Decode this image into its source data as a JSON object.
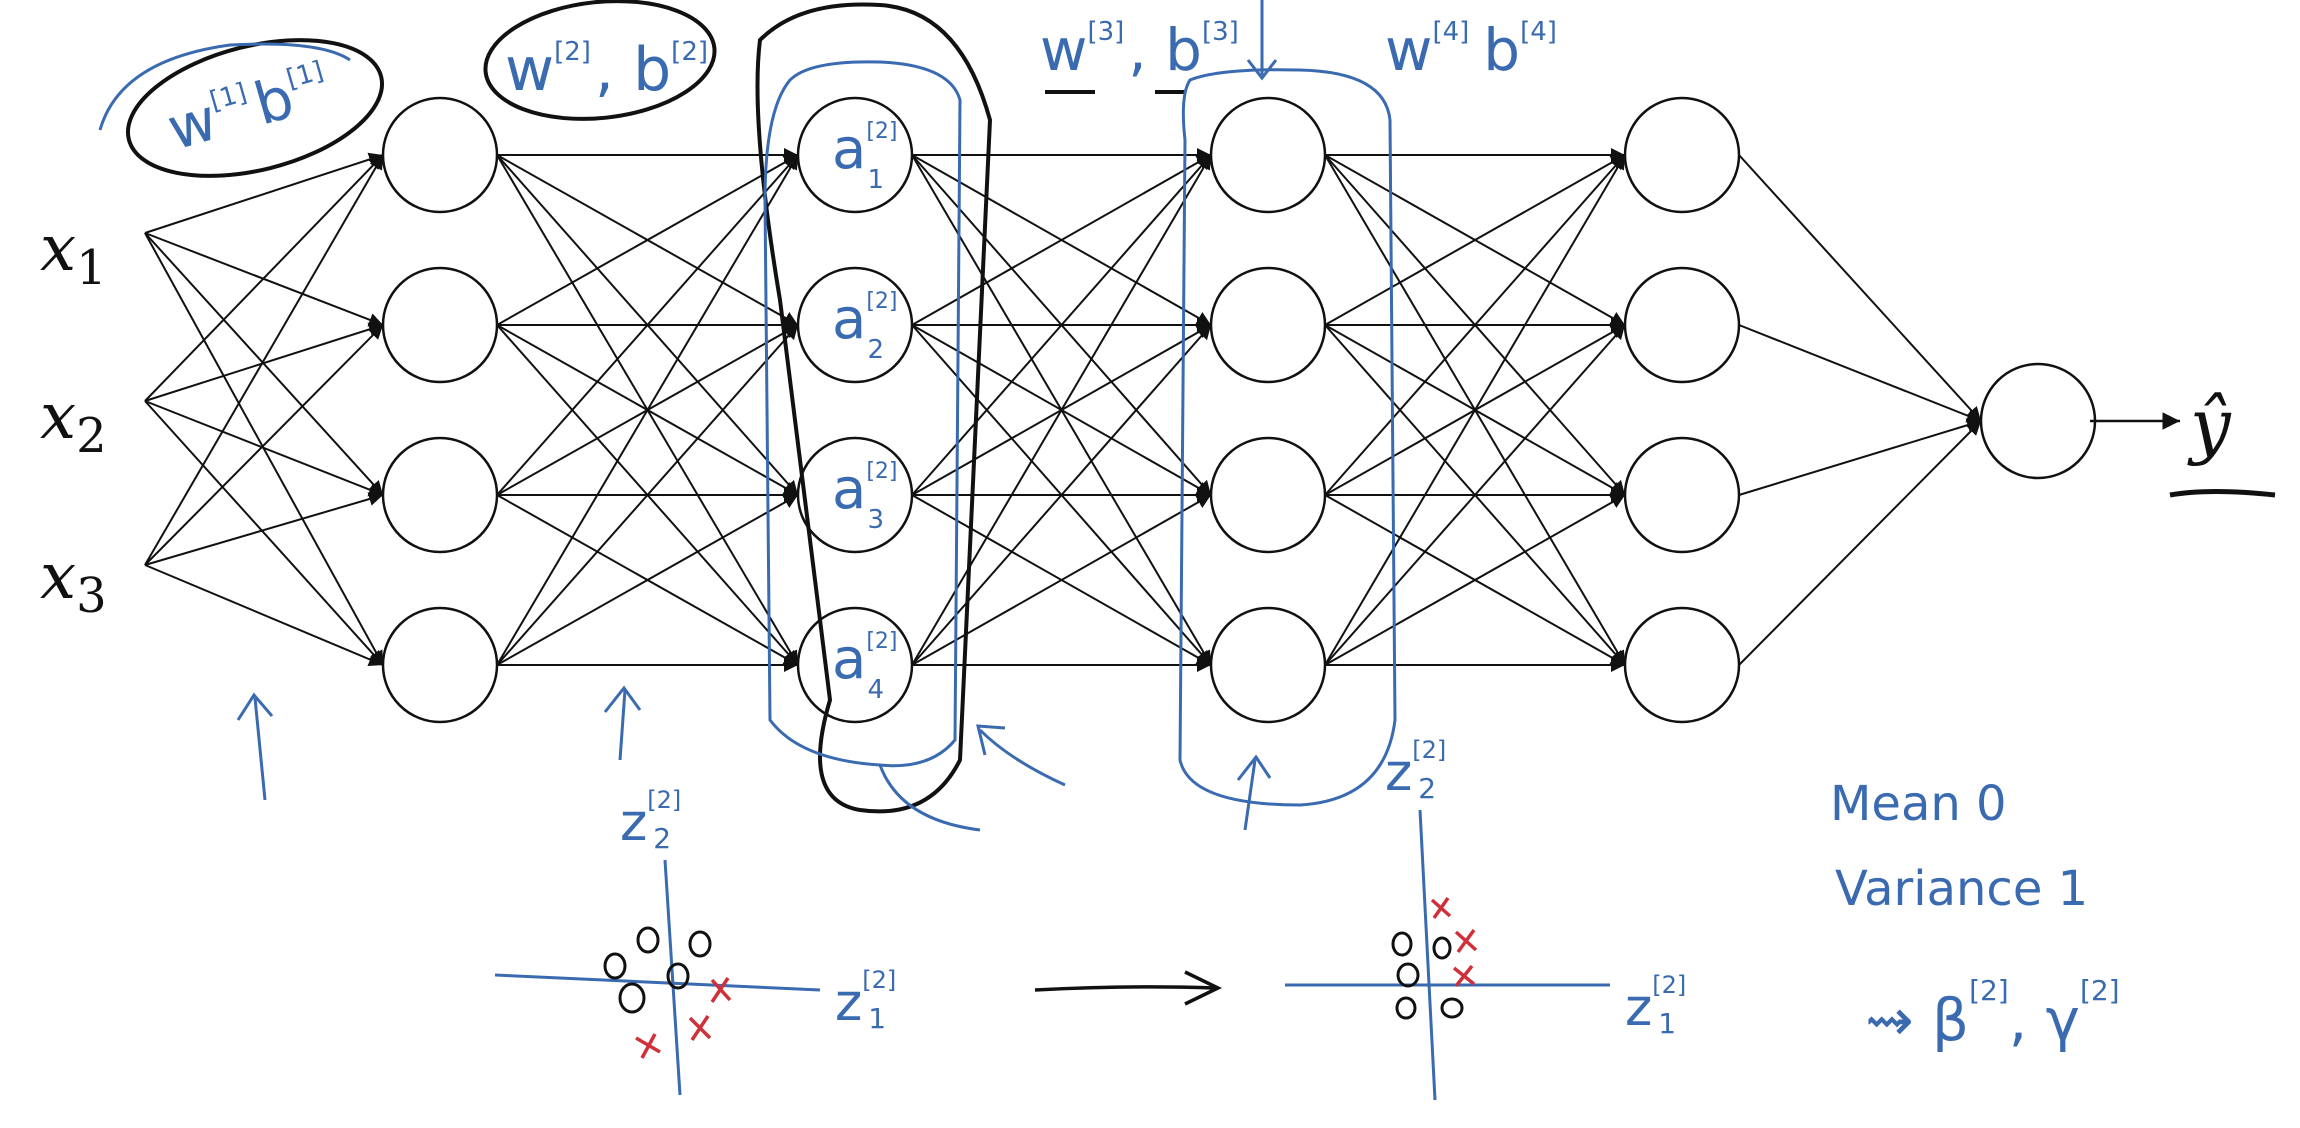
{
  "inputs": [
    {
      "base": "x",
      "sub": "1"
    },
    {
      "base": "x",
      "sub": "2"
    },
    {
      "base": "x",
      "sub": "3"
    }
  ],
  "output_label": "ŷ",
  "weight_labels": {
    "w1": {
      "main": "w",
      "sup": "[1]",
      "b": "b",
      "bsup": "[1]"
    },
    "w2": {
      "main": "w",
      "sup": "[2]",
      "b": "b",
      "bsup": "[2]"
    },
    "w3": {
      "main": "w",
      "sup": "[3]",
      "b": "b",
      "bsup": "[3]"
    },
    "w4": {
      "main": "w",
      "sup": "[4]",
      "b": "b",
      "bsup": "[4]"
    }
  },
  "activations": [
    {
      "base": "a",
      "sup": "[2]",
      "sub": "1"
    },
    {
      "base": "a",
      "sup": "[2]",
      "sub": "2"
    },
    {
      "base": "a",
      "sup": "[2]",
      "sub": "3"
    },
    {
      "base": "a",
      "sup": "[2]",
      "sub": "4"
    }
  ],
  "plot_left": {
    "y_label": {
      "base": "z",
      "sup": "[2]",
      "sub": "2"
    },
    "x_label": {
      "base": "z",
      "sup": "[2]",
      "sub": "1"
    }
  },
  "plot_right": {
    "y_label": {
      "base": "z",
      "sup": "[2]",
      "sub": "2"
    },
    "x_label": {
      "base": "z",
      "sup": "[2]",
      "sub": "1"
    }
  },
  "notes": {
    "mean": "Mean 0",
    "variance": "Variance 1",
    "params": "⇝ β",
    "params_sup1": "[2]",
    "params_sep": ", γ",
    "params_sup2": "[2]"
  },
  "colors": {
    "ink": "#111111",
    "pen_blue": "#3a6ab0",
    "pen_red": "#d0303a"
  }
}
